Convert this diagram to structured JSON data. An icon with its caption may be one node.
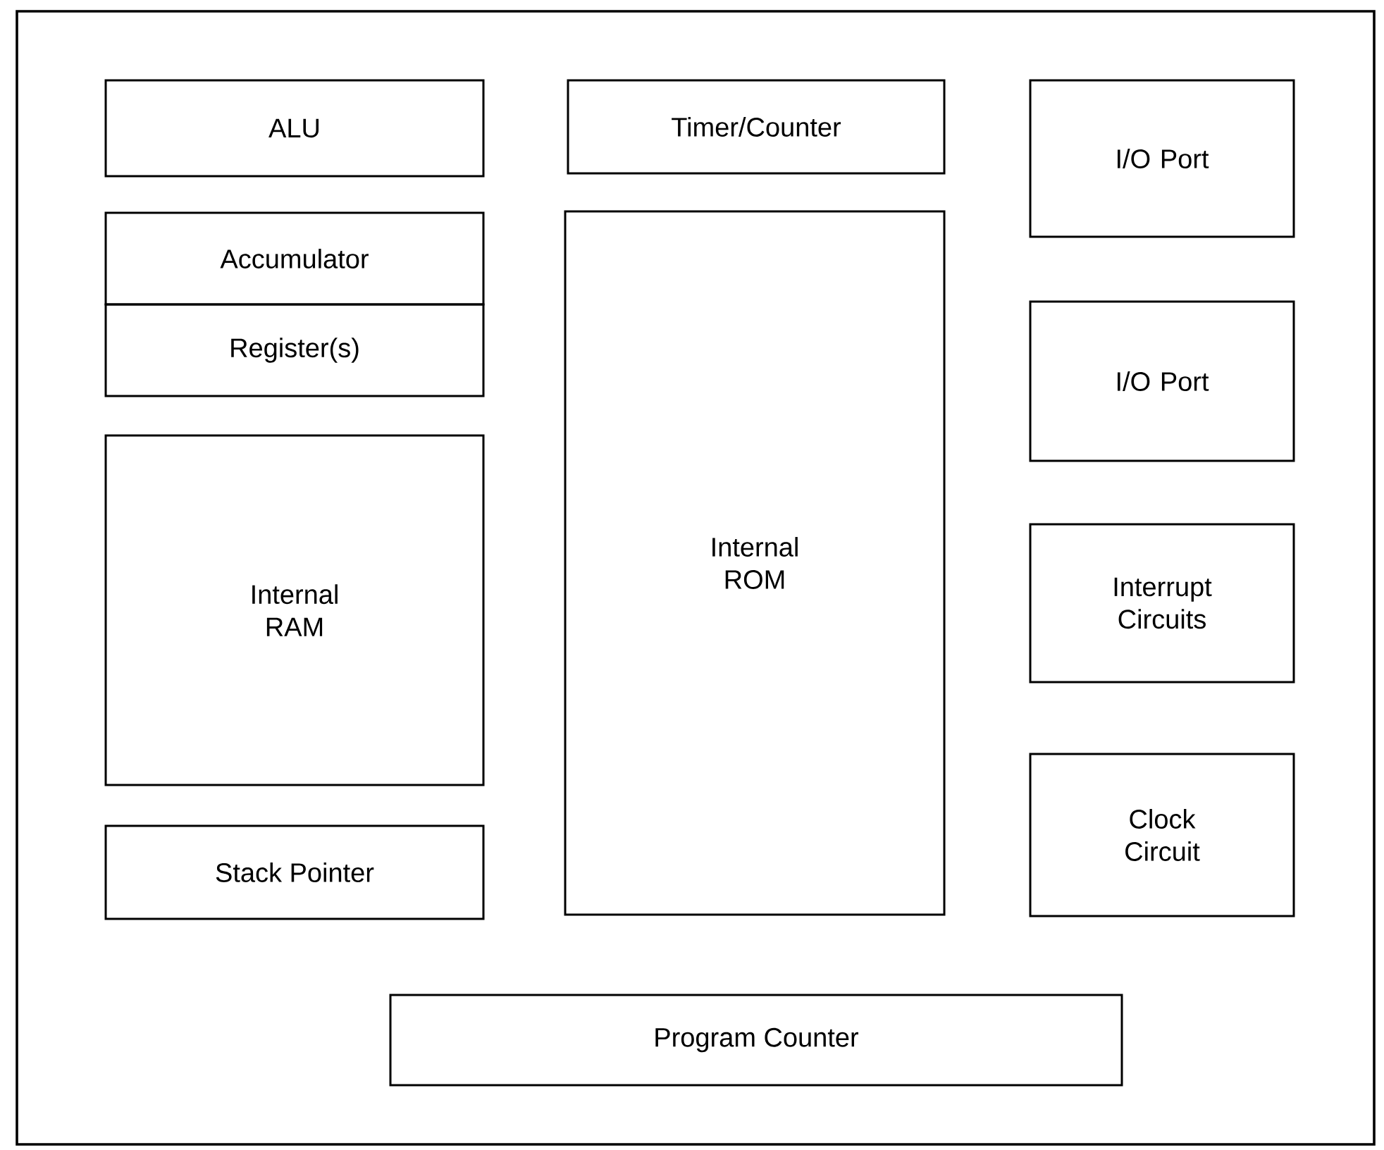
{
  "diagram": {
    "nodes": [
      {
        "text": [],
        "shape": "box"
      },
      {
        "text": [
          "ALU"
        ],
        "in": 0
      },
      {
        "text": [
          "Timer/Counter"
        ],
        "in": 0
      },
      {
        "text": [
          "I/O Port"
        ],
        "in": 0
      },
      {
        "text": [
          "Accumulator"
        ],
        "in": 0
      },
      {
        "text": [
          "Internal ROM"
        ],
        "in": 0
      },
      {
        "text": [
          "I/O Port"
        ],
        "in": 0
      },
      {
        "text": [
          "Register(s)"
        ],
        "in": 0
      },
      {
        "text": [
          "Internal RAM"
        ],
        "in": 0
      },
      {
        "text": [
          "Interrupt Circuits"
        ],
        "in": 0
      },
      {
        "text": [
          "Clock Circuit"
        ],
        "in": 0
      },
      {
        "text": [
          "Stack Pointer"
        ],
        "in": 0
      },
      {
        "text": [
          "Program Counter"
        ],
        "in": 0
      }
    ]
  }
}
